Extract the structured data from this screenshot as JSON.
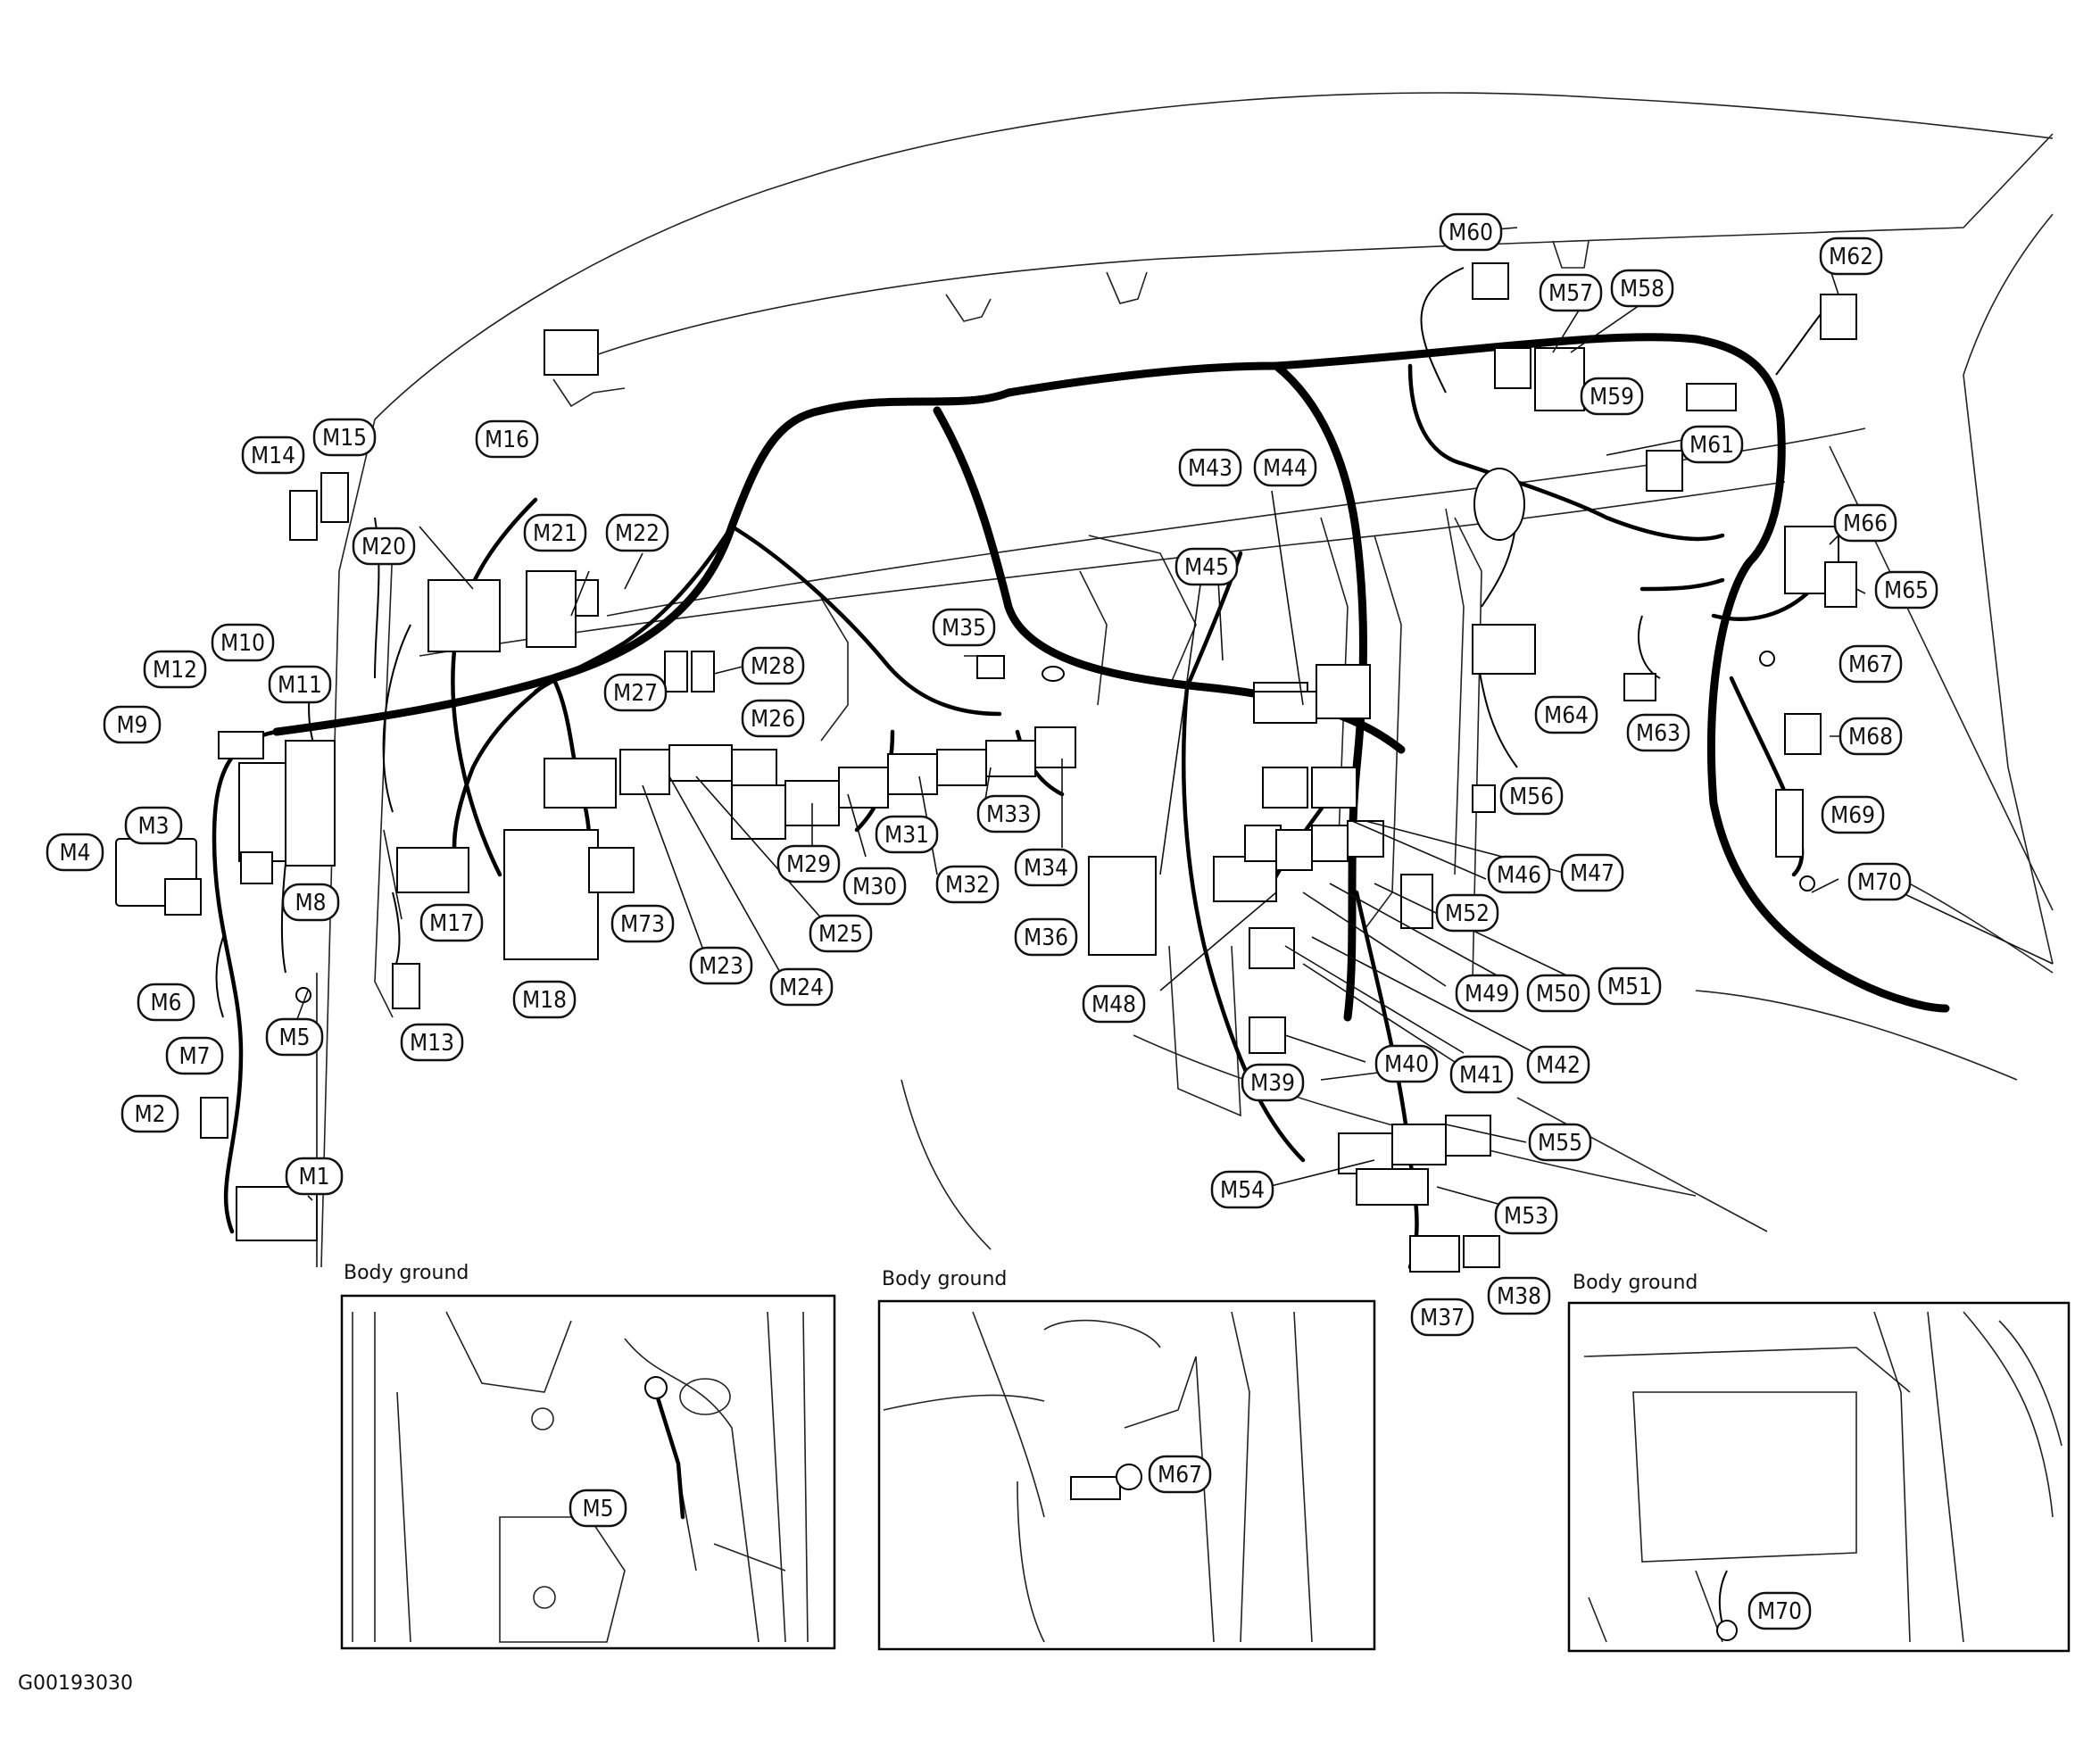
{
  "diagram_code": "G00193030",
  "insets": [
    {
      "title": "Body ground",
      "label": "M5"
    },
    {
      "title": "Body ground",
      "label": "M67"
    },
    {
      "title": "Body ground",
      "label": "M70"
    }
  ],
  "connectors": [
    {
      "id": "M1",
      "label": "M1"
    },
    {
      "id": "M2",
      "label": "M2"
    },
    {
      "id": "M3",
      "label": "M3"
    },
    {
      "id": "M4",
      "label": "M4"
    },
    {
      "id": "M5",
      "label": "M5"
    },
    {
      "id": "M6",
      "label": "M6"
    },
    {
      "id": "M7",
      "label": "M7"
    },
    {
      "id": "M8",
      "label": "M8"
    },
    {
      "id": "M9",
      "label": "M9"
    },
    {
      "id": "M10",
      "label": "M10"
    },
    {
      "id": "M11",
      "label": "M11"
    },
    {
      "id": "M12",
      "label": "M12"
    },
    {
      "id": "M13",
      "label": "M13"
    },
    {
      "id": "M14",
      "label": "M14"
    },
    {
      "id": "M15",
      "label": "M15"
    },
    {
      "id": "M16",
      "label": "M16"
    },
    {
      "id": "M17",
      "label": "M17"
    },
    {
      "id": "M18",
      "label": "M18"
    },
    {
      "id": "M20",
      "label": "M20"
    },
    {
      "id": "M21",
      "label": "M21"
    },
    {
      "id": "M22",
      "label": "M22"
    },
    {
      "id": "M23",
      "label": "M23"
    },
    {
      "id": "M24",
      "label": "M24"
    },
    {
      "id": "M25",
      "label": "M25"
    },
    {
      "id": "M26",
      "label": "M26"
    },
    {
      "id": "M27",
      "label": "M27"
    },
    {
      "id": "M28",
      "label": "M28"
    },
    {
      "id": "M29",
      "label": "M29"
    },
    {
      "id": "M30",
      "label": "M30"
    },
    {
      "id": "M31",
      "label": "M31"
    },
    {
      "id": "M32",
      "label": "M32"
    },
    {
      "id": "M33",
      "label": "M33"
    },
    {
      "id": "M34",
      "label": "M34"
    },
    {
      "id": "M35",
      "label": "M35"
    },
    {
      "id": "M36",
      "label": "M36"
    },
    {
      "id": "M37",
      "label": "M37"
    },
    {
      "id": "M38",
      "label": "M38"
    },
    {
      "id": "M39",
      "label": "M39"
    },
    {
      "id": "M40",
      "label": "M40"
    },
    {
      "id": "M41",
      "label": "M41"
    },
    {
      "id": "M42",
      "label": "M42"
    },
    {
      "id": "M43",
      "label": "M43"
    },
    {
      "id": "M44",
      "label": "M44"
    },
    {
      "id": "M45",
      "label": "M45"
    },
    {
      "id": "M46",
      "label": "M46"
    },
    {
      "id": "M47",
      "label": "M47"
    },
    {
      "id": "M48",
      "label": "M48"
    },
    {
      "id": "M49",
      "label": "M49"
    },
    {
      "id": "M50",
      "label": "M50"
    },
    {
      "id": "M51",
      "label": "M51"
    },
    {
      "id": "M52",
      "label": "M52"
    },
    {
      "id": "M53",
      "label": "M53"
    },
    {
      "id": "M54",
      "label": "M54"
    },
    {
      "id": "M55",
      "label": "M55"
    },
    {
      "id": "M56",
      "label": "M56"
    },
    {
      "id": "M57",
      "label": "M57"
    },
    {
      "id": "M58",
      "label": "M58"
    },
    {
      "id": "M59",
      "label": "M59"
    },
    {
      "id": "M60",
      "label": "M60"
    },
    {
      "id": "M61",
      "label": "M61"
    },
    {
      "id": "M62",
      "label": "M62"
    },
    {
      "id": "M63",
      "label": "M63"
    },
    {
      "id": "M64",
      "label": "M64"
    },
    {
      "id": "M65",
      "label": "M65"
    },
    {
      "id": "M66",
      "label": "M66"
    },
    {
      "id": "M67",
      "label": "M67"
    },
    {
      "id": "M68",
      "label": "M68"
    },
    {
      "id": "M69",
      "label": "M69"
    },
    {
      "id": "M70",
      "label": "M70"
    },
    {
      "id": "M73",
      "label": "M73"
    }
  ]
}
